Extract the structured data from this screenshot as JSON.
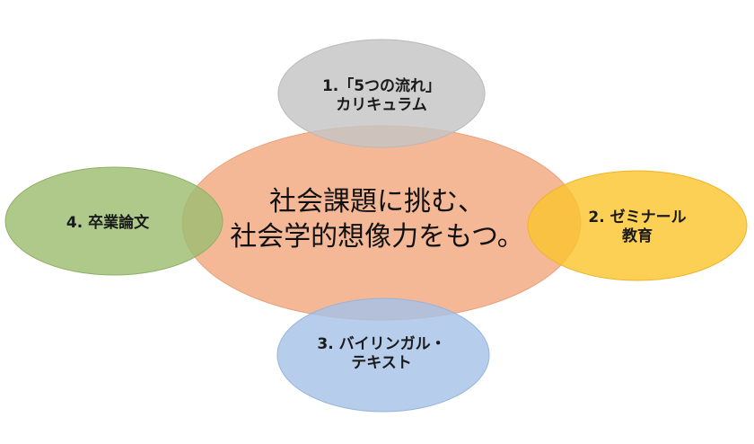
{
  "diagram": {
    "center": {
      "line1": "社会課題に挑む、",
      "line2": "社会学的想像力をもつ。",
      "color": "#f4b896"
    },
    "nodes": [
      {
        "id": "top",
        "line1": "1.「5つの流れ」",
        "line2": "カリキュラム",
        "color": "#c8c8c8"
      },
      {
        "id": "right",
        "line1": "2. ゼミナール",
        "line2": "教育",
        "color": "#fbca3c"
      },
      {
        "id": "bottom",
        "line1": "3. バイリンガル・",
        "line2": "テキスト",
        "color": "#a9c4e6"
      },
      {
        "id": "left",
        "line1": "4. 卒業論文",
        "line2": "",
        "color": "#a2c177"
      }
    ]
  }
}
